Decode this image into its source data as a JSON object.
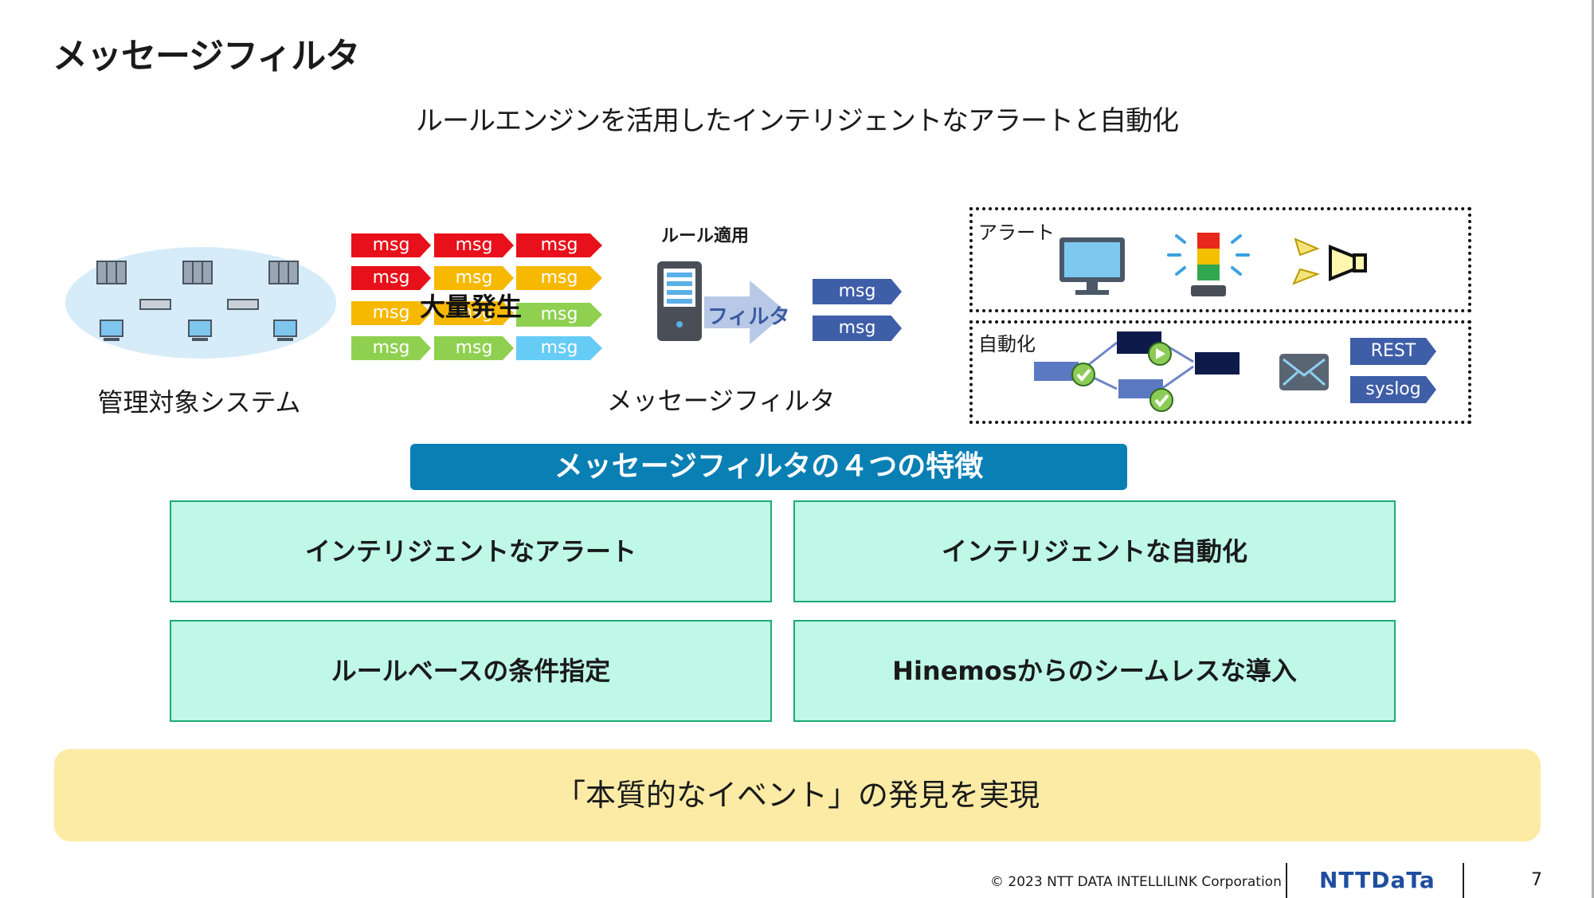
{
  "slide": {
    "title": "メッセージフィルタ",
    "subtitle": "ルールエンジンを活用したインテリジェントなアラートと自動化"
  },
  "diagram": {
    "managed_systems_label": "管理対象システム",
    "msg_label": "msg",
    "burst_label": "大量発生",
    "rule_apply_label": "ルール適用",
    "filter_label": "フィルタ",
    "message_filter_label": "メッセージフィルタ",
    "alert_label": "アラート",
    "automation_label": "自動化",
    "rest_label": "REST",
    "syslog_label": "syslog"
  },
  "features": {
    "header": "メッセージフィルタの４つの特徴",
    "items": [
      "インテリジェントなアラート",
      "インテリジェントな自動化",
      "ルールベースの条件指定",
      "Hinemosからのシームレスな導入"
    ]
  },
  "banner": "「本質的なイベント」の発見を実現",
  "footer": {
    "copyright": "© 2023 NTT DATA INTELLILINK Corporation",
    "logo": "NTTDaTa",
    "page": "7"
  },
  "colors": {
    "accent_blue": "#0a7fb4",
    "feature_bg": "#bff8e6",
    "banner_bg": "#fbeba5",
    "msg_red": "#e8101a",
    "msg_yellow": "#f7b800",
    "msg_green": "#8fd050",
    "msg_cyan": "#66ccf5",
    "msg_blue": "#3f5ea8"
  }
}
